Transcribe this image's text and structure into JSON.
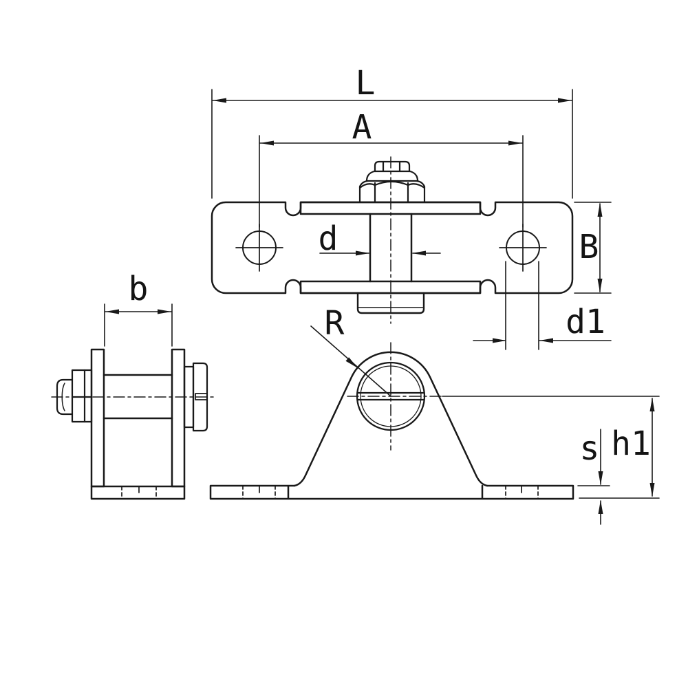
{
  "drawing": {
    "kind": "technical-drawing",
    "description": "Three-view engineering drawing of a hinged bracket assembly: top view of slotted mounting plate with two screw holes and central bolt with cap nut, side view of bracket cheeks with bolt and slotted pin, front view of triangular pivot bracket with pin hole on base plate",
    "background_color": "#ffffff",
    "line_color": "#191919"
  },
  "labels": {
    "L": "L",
    "A": "A",
    "d": "d",
    "B": "B",
    "d1": "d1",
    "b": "b",
    "R": "R",
    "s": "s",
    "h1": "h1"
  }
}
